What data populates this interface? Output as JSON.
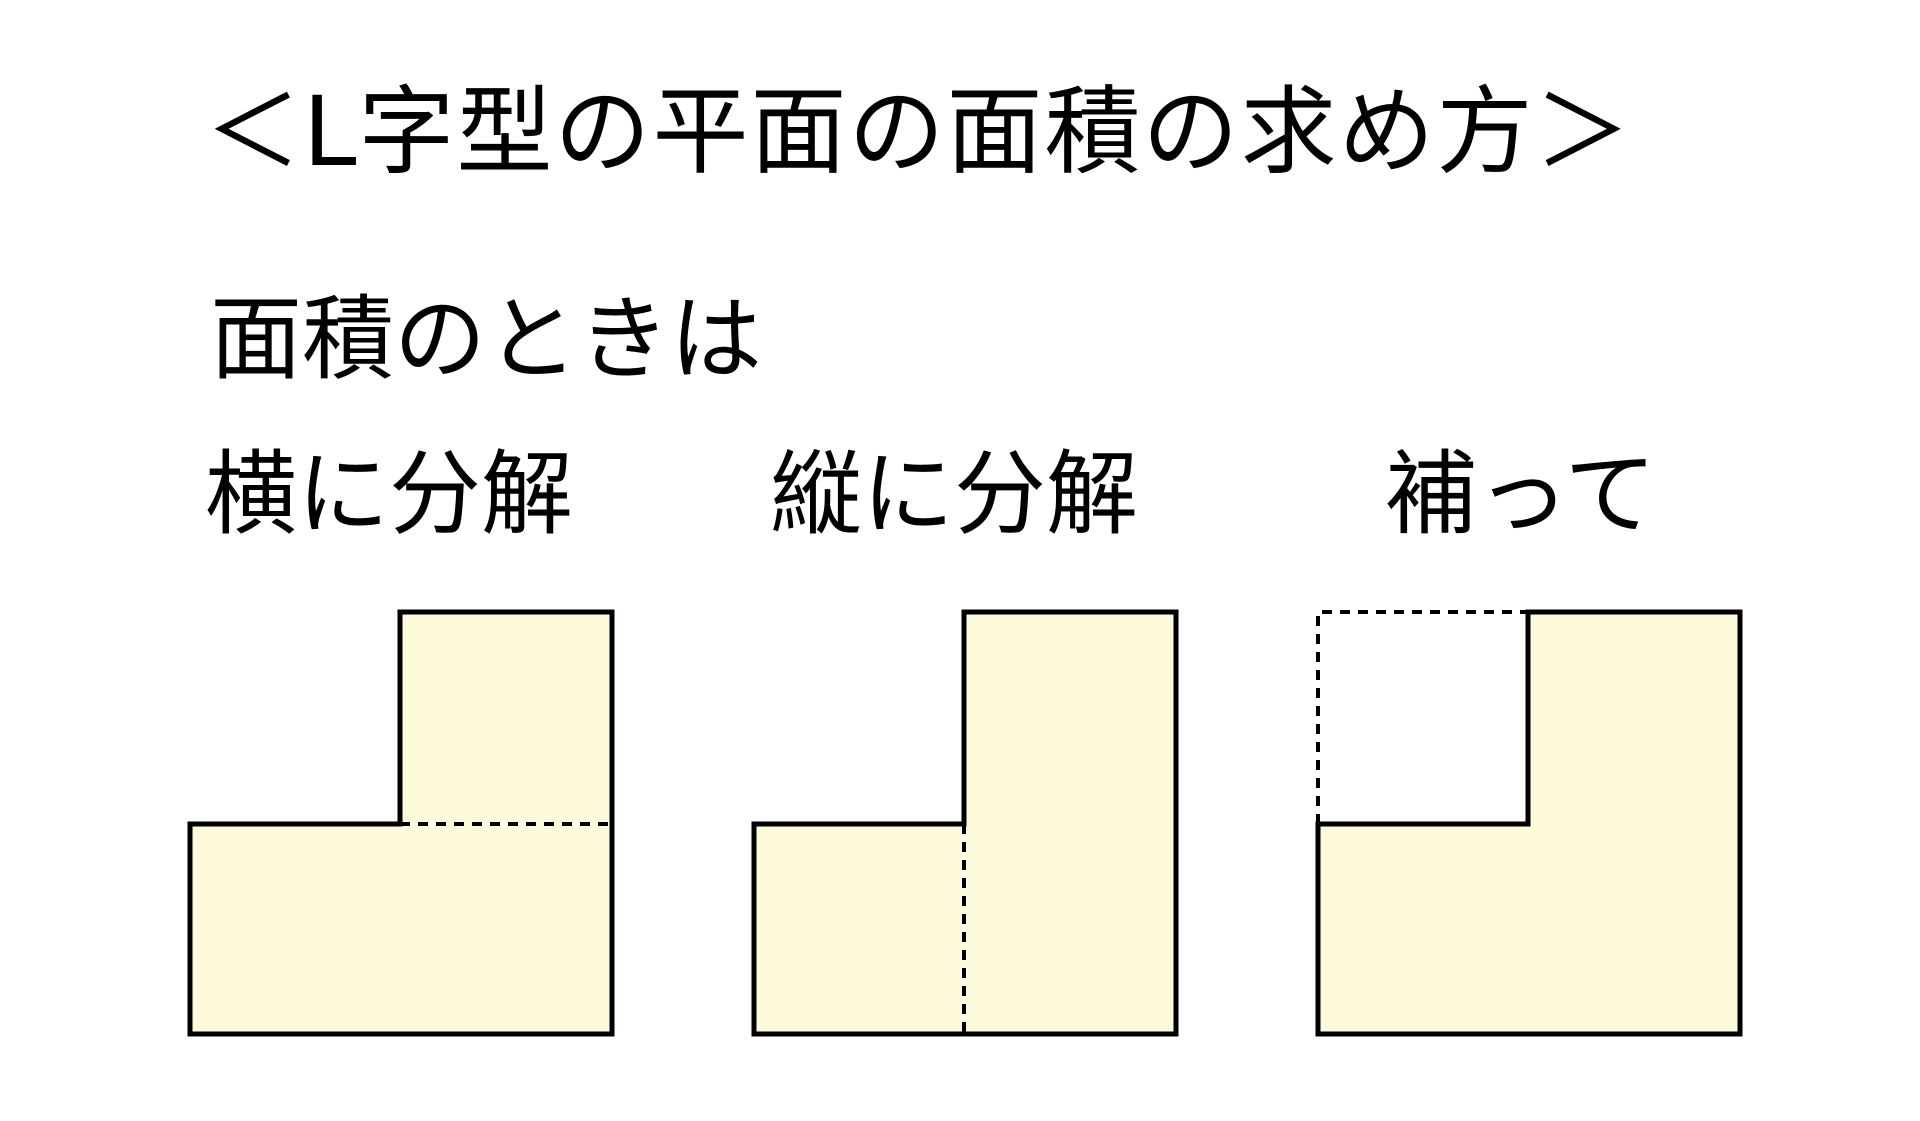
{
  "header": {
    "title": "＜L字型の平面の面積の求め方＞",
    "subtitle": "面積のときは"
  },
  "methods": [
    {
      "label": "横に分解"
    },
    {
      "label": "縦に分解"
    },
    {
      "label": "補って"
    }
  ],
  "colors": {
    "shape_fill": "#fefbdc",
    "stroke": "#000000",
    "background": "#ffffff"
  }
}
